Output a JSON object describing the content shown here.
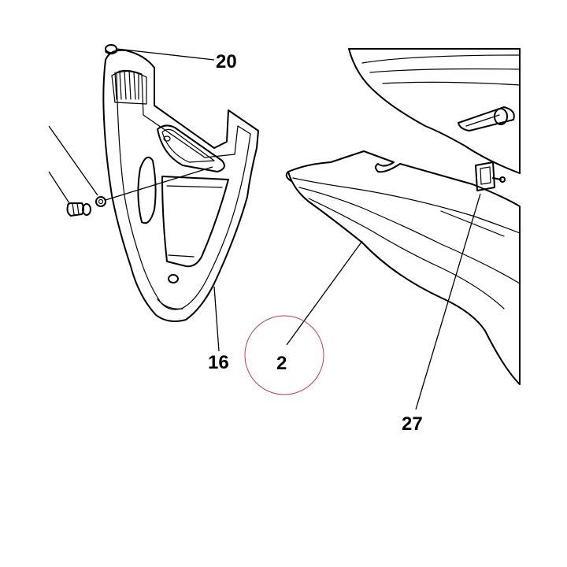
{
  "callouts": {
    "c20": "20",
    "c16": "16",
    "c2": "2",
    "c27": "27"
  },
  "colors": {
    "line": "#000000",
    "stipple": "#9a9a9a",
    "highlight_circle": "#c0404a",
    "background": "#ffffff"
  }
}
